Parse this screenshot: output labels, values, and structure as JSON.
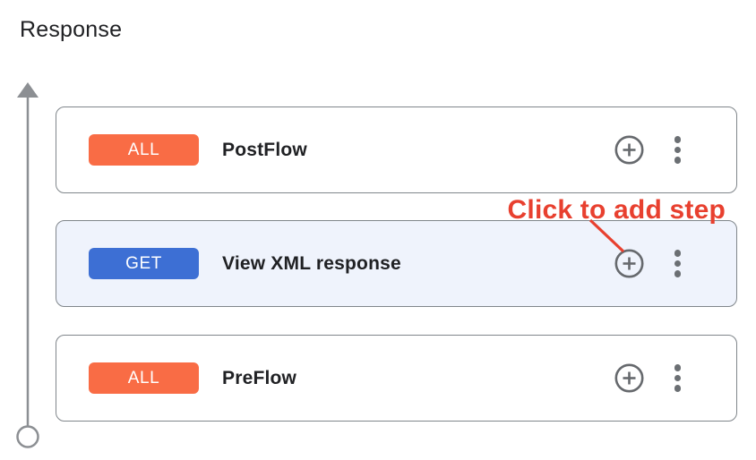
{
  "title": "Response",
  "annotation": {
    "text": "Click to add step",
    "color": "#e8402f",
    "target": "add-step-button on View XML response card"
  },
  "cards": [
    {
      "badge": "ALL",
      "badge_color": "#f96c45",
      "label": "PostFlow",
      "selected": false
    },
    {
      "badge": "GET",
      "badge_color": "#3d6fd4",
      "label": "View XML response",
      "selected": true
    },
    {
      "badge": "ALL",
      "badge_color": "#f96c45",
      "label": "PreFlow",
      "selected": false
    }
  ],
  "icons": {
    "add_step": "plus-circle-icon",
    "card_menu": "kebab-menu-icon",
    "flow_connector": "up-arrow-with-start-circle"
  },
  "colors": {
    "badge_all_orange": "#f96c45",
    "badge_get_blue": "#3d6fd4",
    "selected_card_bg": "#eff3fc",
    "card_border": "#80868b",
    "icon_gray": "#66696d",
    "connector_gray": "#8c8f93",
    "annotation_red": "#e8402f",
    "text_dark": "#202124"
  }
}
